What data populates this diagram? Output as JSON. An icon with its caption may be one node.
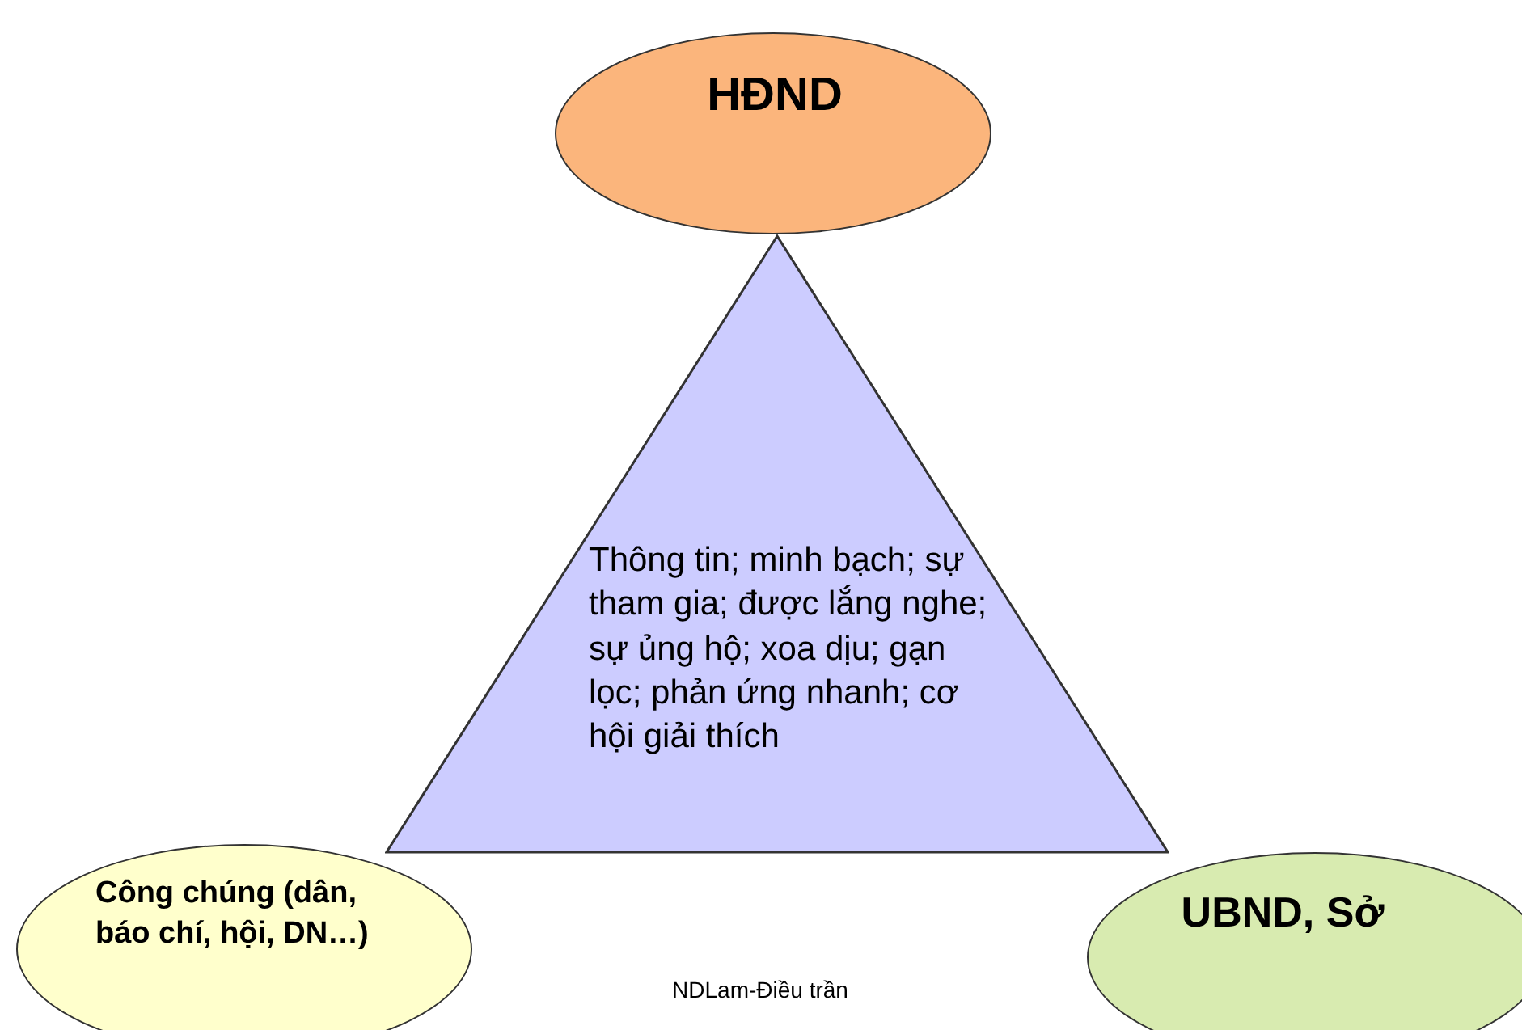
{
  "diagram": {
    "nodes": [
      {
        "text": [
          "HĐND"
        ]
      },
      {
        "text": [
          "Thông tin; minh bạch; sự tham gia; được lắng nghe; sự ủng hộ; xoa dịu; gạn lọc; phản ứng nhanh; cơ hội giải thích"
        ]
      },
      {
        "text": [
          "Công chúng (dân, báo chí, hội, DN…)"
        ]
      },
      {
        "text": [
          "UBND, Sở"
        ]
      }
    ],
    "labels": [
      "NDLam-Điều trần"
    ]
  }
}
